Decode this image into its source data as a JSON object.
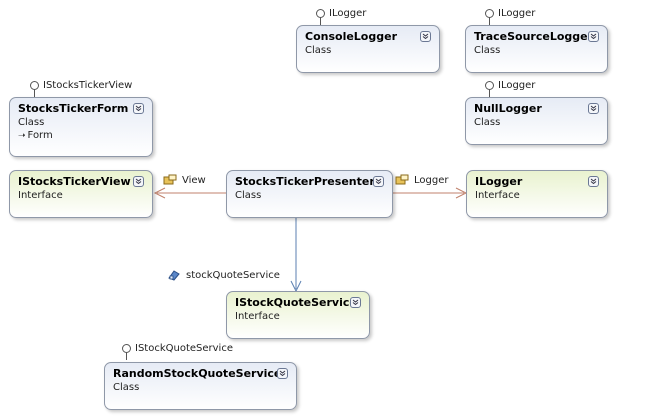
{
  "boxes": {
    "console_logger": {
      "title": "ConsoleLogger",
      "kind": "Class",
      "lollipop": "ILogger"
    },
    "trace_logger": {
      "title": "TraceSourceLogger",
      "kind": "Class",
      "lollipop": "ILogger"
    },
    "null_logger": {
      "title": "NullLogger",
      "kind": "Class",
      "lollipop": "ILogger"
    },
    "ticker_form": {
      "title": "StocksTickerForm",
      "kind": "Class",
      "base": "Form",
      "lollipop": "IStocksTickerView"
    },
    "ticker_view": {
      "title": "IStocksTickerView",
      "kind": "Interface"
    },
    "presenter": {
      "title": "StocksTickerPresenter",
      "kind": "Class"
    },
    "ilogger": {
      "title": "ILogger",
      "kind": "Interface"
    },
    "quote_service": {
      "title": "IStockQuoteService",
      "kind": "Interface"
    },
    "random_service": {
      "title": "RandomStockQuoteService",
      "kind": "Class",
      "lollipop": "IStockQuoteService"
    }
  },
  "associations": {
    "view": "View",
    "logger": "Logger",
    "stock_quote_service": "stockQuoteService"
  },
  "colors": {
    "class_fill": "#e6ebf5",
    "interface_fill": "#e9f2cf",
    "border": "#8f98a8",
    "connector": "#c0826c",
    "service_connector": "#5b7fb0"
  }
}
